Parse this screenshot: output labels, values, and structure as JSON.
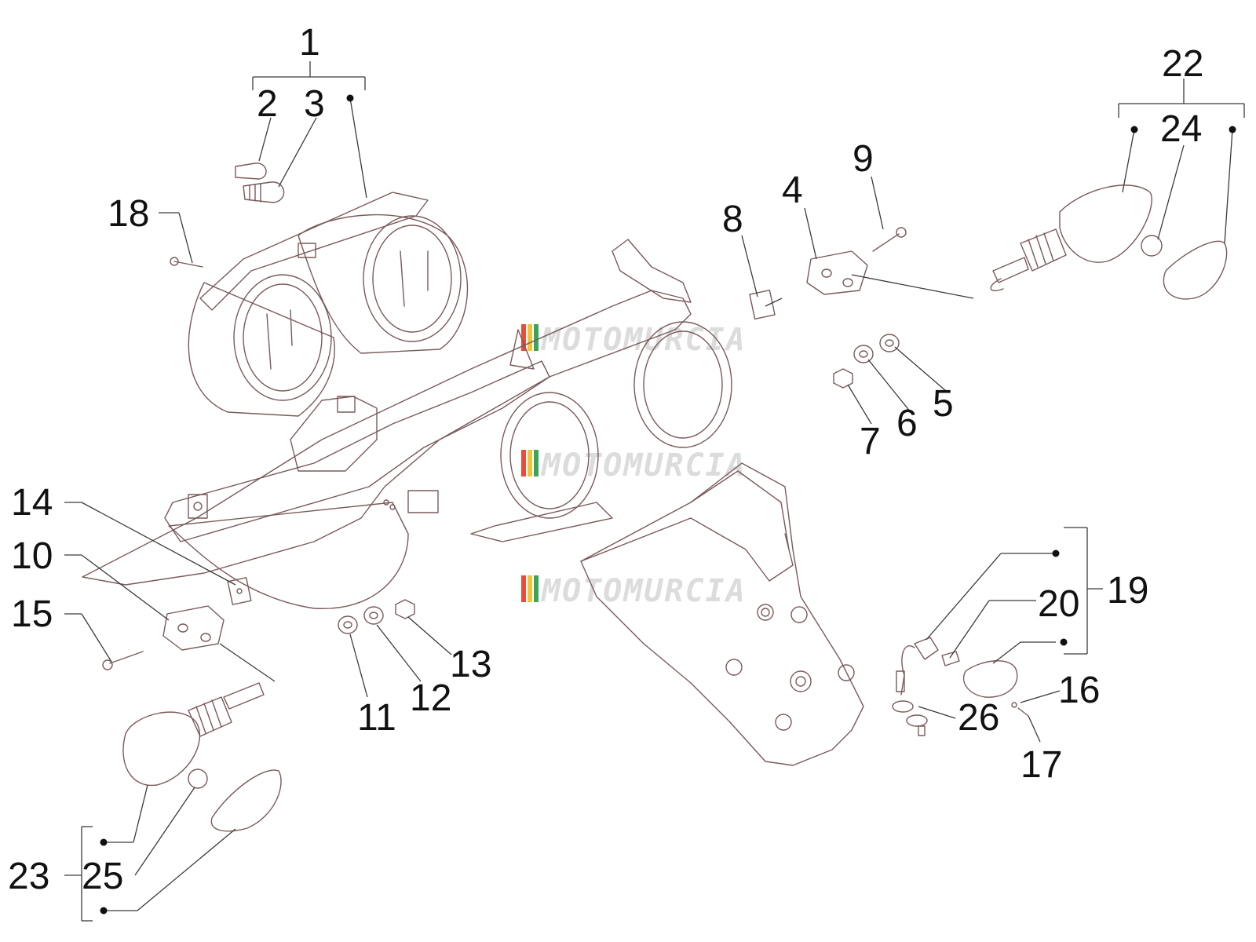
{
  "watermark": "MOTOMURCIA",
  "watermark_stripe_colors": [
    "#e94b3c",
    "#f2c23a",
    "#3aa55b"
  ],
  "line_color": "#7a5a5a",
  "labels": {
    "l1": "1",
    "l2": "2",
    "l3": "3",
    "l4": "4",
    "l5": "5",
    "l6": "6",
    "l7": "7",
    "l8": "8",
    "l9": "9",
    "l10": "10",
    "l11": "11",
    "l12": "12",
    "l13": "13",
    "l14": "14",
    "l15": "15",
    "l16": "16",
    "l17": "17",
    "l18": "18",
    "l19": "19",
    "l20": "20",
    "l22": "22",
    "l23": "23",
    "l24": "24",
    "l25": "25",
    "l26": "26"
  }
}
